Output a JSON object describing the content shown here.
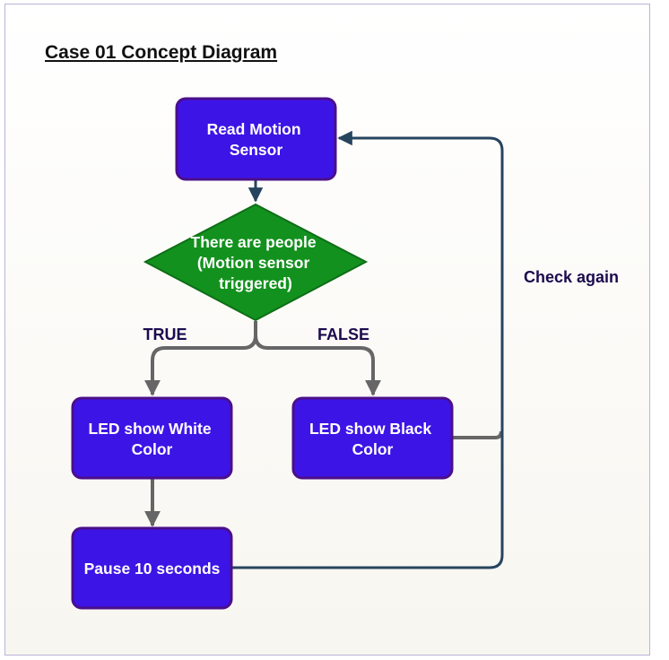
{
  "diagram": {
    "title": "Case 01 Concept Diagram",
    "nodes": {
      "read_sensor": {
        "lines": [
          "Read Motion",
          "Sensor"
        ]
      },
      "decision": {
        "lines": [
          "There are people",
          "(Motion sensor",
          "triggered)"
        ]
      },
      "led_white": {
        "lines": [
          "LED show White",
          "Color"
        ]
      },
      "led_black": {
        "lines": [
          "LED show Black",
          "Color"
        ]
      },
      "pause": {
        "lines": [
          "Pause 10 seconds"
        ]
      }
    },
    "edge_labels": {
      "true": "TRUE",
      "false": "FALSE",
      "check_again": "Check again"
    }
  },
  "colors": {
    "process_fill": "#3d14e6",
    "process_border": "#4b0f8a",
    "decision_fill": "#13911e",
    "flow_arrow": "#666666",
    "loop_arrow": "#27445e",
    "label_text": "#1b0b4e"
  }
}
